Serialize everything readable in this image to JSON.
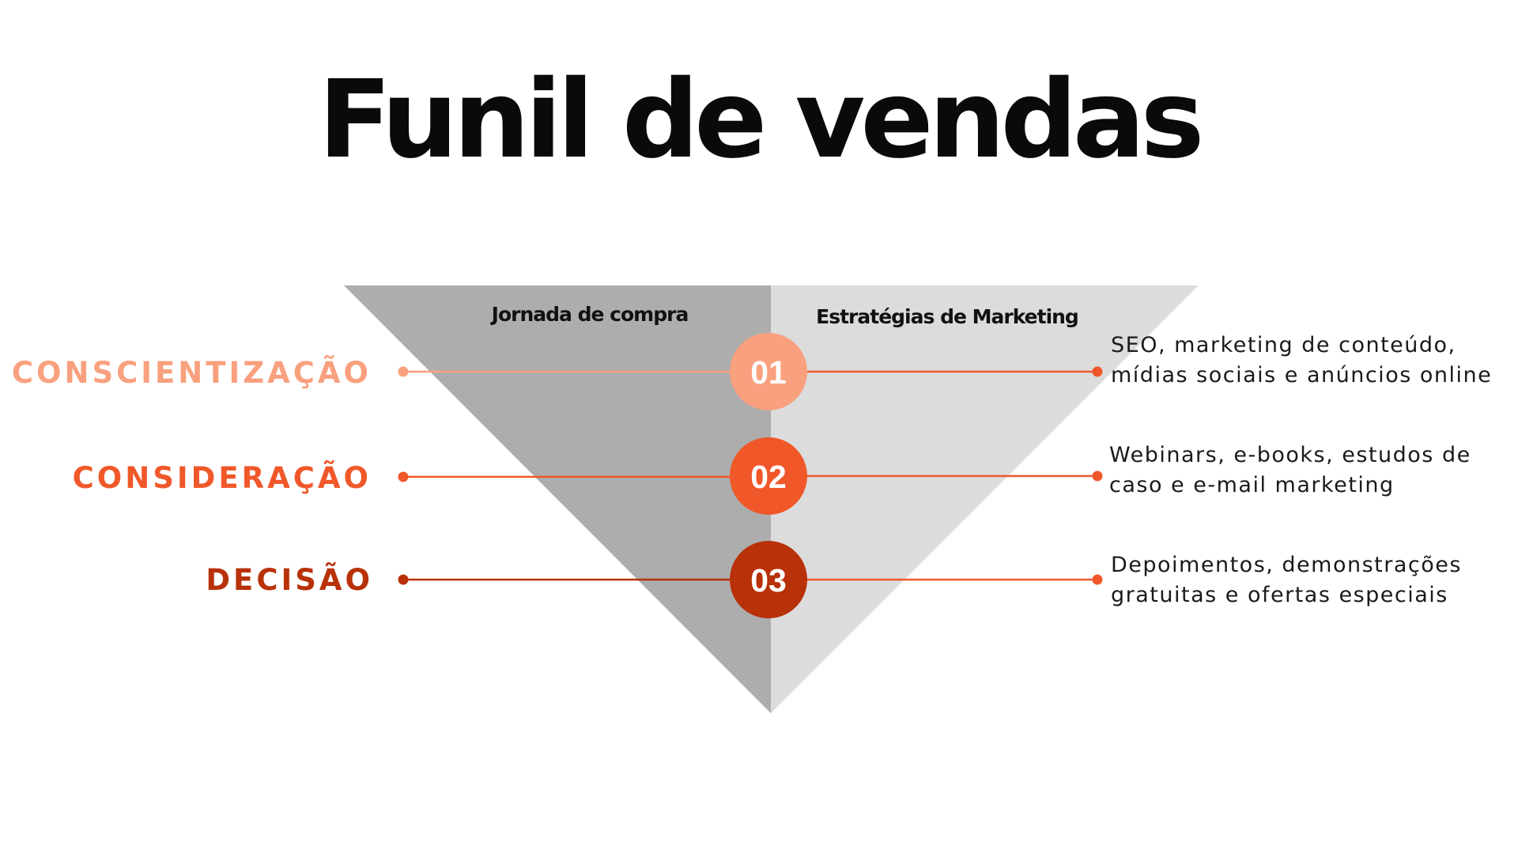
{
  "title": "Funil de vendas",
  "columns": {
    "left": "Jornada de compra",
    "right": "Estratégias de Marketing"
  },
  "stages": [
    {
      "label": "CONSCIENTIZAÇÃO",
      "number": "01",
      "color": "#f9a07e",
      "strategy_lines": [
        "SEO, marketing de conteúdo,",
        "mídias sociais e anúncios online"
      ]
    },
    {
      "label": "CONSIDERAÇÃO",
      "number": "02",
      "color": "#f0582a",
      "strategy_lines": [
        "Webinars, e-books, estudos de",
        "caso e e-mail marketing"
      ]
    },
    {
      "label": "DECISÃO",
      "number": "03",
      "color": "#b83109",
      "strategy_lines": [
        "Depoimentos, demonstrações",
        "gratuitas e ofertas especiais"
      ]
    }
  ],
  "colors": {
    "funnel_left": "#adadad",
    "funnel_right": "#dcdcdc",
    "connector_right": "#f0582a",
    "title": "#0a0a0a"
  }
}
